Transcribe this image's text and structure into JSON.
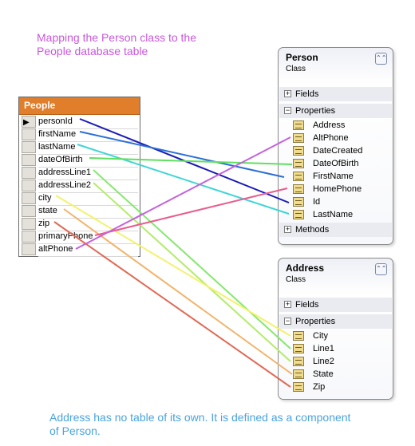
{
  "captions": {
    "top": "Mapping the Person class to the\nPeople database table",
    "bottom": "Address has no table of its own.  It is defined as a component\nof Person."
  },
  "table": {
    "name": "People",
    "key_glyph": "▶⚿",
    "columns": [
      "personId",
      "firstName",
      "lastName",
      "dateOfBirth",
      "addressLine1",
      "addressLine2",
      "city",
      "state",
      "zip",
      "primaryPhone",
      "altPhone"
    ]
  },
  "person_class": {
    "name": "Person",
    "kind": "Class",
    "collapse_glyph": "⌃⌃",
    "sections": {
      "fields": "Fields",
      "properties": "Properties",
      "methods": "Methods"
    },
    "properties": [
      "Address",
      "AltPhone",
      "DateCreated",
      "DateOfBirth",
      "FirstName",
      "HomePhone",
      "Id",
      "LastName"
    ]
  },
  "address_class": {
    "name": "Address",
    "kind": "Class",
    "collapse_glyph": "⌃⌃",
    "sections": {
      "fields": "Fields",
      "properties": "Properties"
    },
    "properties": [
      "City",
      "Line1",
      "Line2",
      "State",
      "Zip"
    ]
  },
  "toggles": {
    "expanded": "−",
    "collapsed": "+"
  },
  "mappings": [
    {
      "from": "personId",
      "to": "person.Id",
      "color": "#1a1ab8"
    },
    {
      "from": "firstName",
      "to": "person.FirstName",
      "color": "#2b6fd6"
    },
    {
      "from": "lastName",
      "to": "person.LastName",
      "color": "#3fd5d5"
    },
    {
      "from": "dateOfBirth",
      "to": "person.DateOfBirth",
      "color": "#5ee05e"
    },
    {
      "from": "addressLine1",
      "to": "address.Line1",
      "color": "#86e86e"
    },
    {
      "from": "addressLine2",
      "to": "address.Line2",
      "color": "#b3ec6a"
    },
    {
      "from": "city",
      "to": "address.City",
      "color": "#f2f26a"
    },
    {
      "from": "state",
      "to": "address.State",
      "color": "#f2b36a"
    },
    {
      "from": "zip",
      "to": "address.Zip",
      "color": "#e06a55"
    },
    {
      "from": "primaryPhone",
      "to": "person.HomePhone",
      "color": "#e85d8c"
    },
    {
      "from": "altPhone",
      "to": "person.AltPhone",
      "color": "#c462dd"
    }
  ]
}
